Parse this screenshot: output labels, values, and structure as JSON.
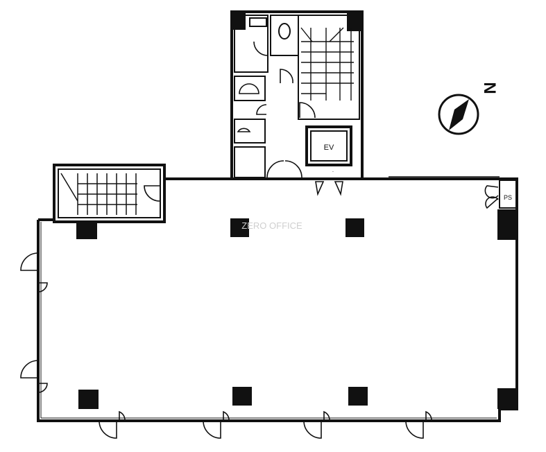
{
  "plan": {
    "elevator_label": "EV",
    "pipe_shaft_label": "PS",
    "north_label": "N",
    "watermark": "ZERO OFFICE"
  },
  "colors": {
    "ink": "#111111",
    "background": "#ffffff",
    "watermark": "#d8d8d8"
  }
}
